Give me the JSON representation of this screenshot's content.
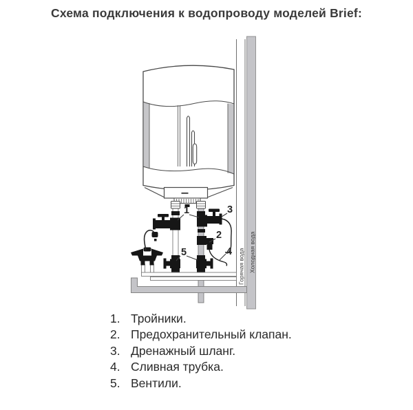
{
  "title": "Схема подключения к водопроводу моделей Brief:",
  "diagram": {
    "callouts": {
      "c1": "1",
      "c2": "2",
      "c3": "3",
      "c4": "4",
      "c5": "5"
    },
    "hot_water_label": "Горячая вода",
    "cold_water_label": "Холодная вода"
  },
  "legend": {
    "items": [
      {
        "num": "1.",
        "label": "Тройники."
      },
      {
        "num": "2.",
        "label": "Предохранительный клапан."
      },
      {
        "num": "3.",
        "label": "Дренажный шланг."
      },
      {
        "num": "4.",
        "label": "Сливная трубка."
      },
      {
        "num": "5.",
        "label": "Вентили."
      }
    ]
  },
  "colors": {
    "background": "#ffffff",
    "outline": "#4a4a4a",
    "pipe_gray": "#c4c4c8",
    "fitting_black": "#161616",
    "text": "#2e2e2e"
  }
}
